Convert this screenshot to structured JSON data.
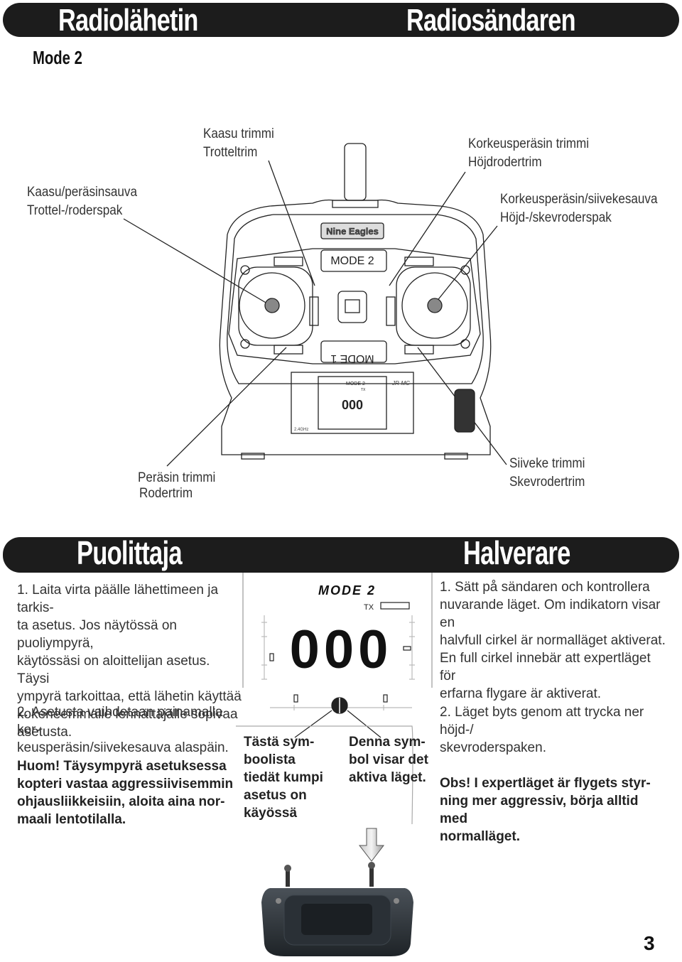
{
  "header": {
    "title_fi": "Radiolähetin",
    "title_sv": "Radiosändaren",
    "mode": "Mode 2"
  },
  "labels": {
    "throttle_trim_fi": "Kaasu trimmi",
    "throttle_trim_sv": "Trotteltrim",
    "elevator_trim_fi": "Korkeusperäsin trimmi",
    "elevator_trim_sv": "Höjdrodertrim",
    "throttle_stick_fi": "Kaasu/peräsinsauva",
    "throttle_stick_sv": "Trottel-/roderspak",
    "elevator_stick_fi": "Korkeusperäsin/siivekesauva",
    "elevator_stick_sv": "Höjd-/skevroderspak",
    "rudder_trim_fi": "Peräsin trimmi",
    "rudder_trim_sv": "Rodertrim",
    "aileron_trim_fi": "Siiveke trimmi",
    "aileron_trim_sv": "Skevrodertrim"
  },
  "transmitter": {
    "brand": "Nine Eagles",
    "mode_top": "MODE 2",
    "mode_bottom": "MODE 1",
    "lcd_mode": "MODE 2",
    "lcd_tx": "TX",
    "lcd_digits": "000",
    "freq": "2.4GHz",
    "logo": "JR-MC"
  },
  "section_fi": {
    "title": "Puolittaja",
    "p1": [
      "1. Laita virta päälle lähettimeen ja tarkis-",
      "ta asetus. Jos näytössä on puoliympyrä,",
      "käytössäsi on aloittelijan asetus. Täysi",
      "ympyrä tarkoittaa, että lähetin käyttää",
      "kokeneemmalle lennättäjälle sopivaa",
      "asetusta."
    ],
    "p2": [
      "2. Asetusta vaihdetaan painamalla kor-",
      "keusperäsin/siivekesauva alaspäin."
    ],
    "note": [
      "Huom! Täysympyrä asetuksessa",
      "kopteri vastaa aggressiivisemmin",
      "ohjausliikkeisiin, aloita aina nor-",
      "maali lentotilalla."
    ]
  },
  "section_sv": {
    "title": "Halverare",
    "p1": [
      "1. Sätt på sändaren och kontrollera",
      "nuvarande läget. Om indikatorn visar en",
      "halvfull cirkel är normalläget aktiverat.",
      "En full cirkel innebär att expertläget för",
      "erfarna flygare är aktiverat."
    ],
    "p2": [
      "2. Läget byts genom att trycka ner höjd-/",
      "skevroderspaken."
    ],
    "note": [
      "Obs! I expertläget är flygets styr-",
      "ning mer aggressiv, börja alltid med",
      "normalläget."
    ]
  },
  "display": {
    "mode": "MODE 2",
    "tx": "TX",
    "digits": "000"
  },
  "callouts": {
    "left": [
      "Tästä sym-",
      "boolista",
      "tiedät kumpi",
      "asetus on",
      "käyössä"
    ],
    "right": [
      "Denna sym-",
      "bol visar det",
      "aktiva läget."
    ]
  },
  "page_number": "3"
}
